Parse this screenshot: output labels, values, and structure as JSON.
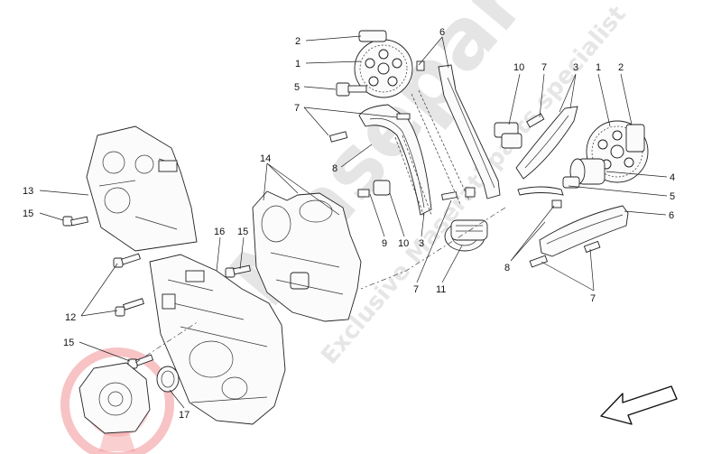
{
  "watermark": {
    "brand": "Maseparts",
    "tagline": "Exclusive Maserati parts specialist",
    "brand_color": "#d9d9d9",
    "logo_color": "#e8262d"
  },
  "callouts": [
    {
      "id": "c2a",
      "text": "2"
    },
    {
      "id": "c1a",
      "text": "1"
    },
    {
      "id": "c5a",
      "text": "5"
    },
    {
      "id": "c7a",
      "text": "7"
    },
    {
      "id": "c8a",
      "text": "8"
    },
    {
      "id": "c6a",
      "text": "6"
    },
    {
      "id": "c10a",
      "text": "10"
    },
    {
      "id": "c7b",
      "text": "7"
    },
    {
      "id": "c3a",
      "text": "3"
    },
    {
      "id": "c1b",
      "text": "1"
    },
    {
      "id": "c2b",
      "text": "2"
    },
    {
      "id": "c4",
      "text": "4"
    },
    {
      "id": "c5b",
      "text": "5"
    },
    {
      "id": "c6b",
      "text": "6"
    },
    {
      "id": "c13",
      "text": "13"
    },
    {
      "id": "c15a",
      "text": "15"
    },
    {
      "id": "c14",
      "text": "14"
    },
    {
      "id": "c16",
      "text": "16"
    },
    {
      "id": "c15b",
      "text": "15"
    },
    {
      "id": "c9",
      "text": "9"
    },
    {
      "id": "c10b",
      "text": "10"
    },
    {
      "id": "c3b",
      "text": "3"
    },
    {
      "id": "c7c",
      "text": "7"
    },
    {
      "id": "c11",
      "text": "11"
    },
    {
      "id": "c8b",
      "text": "8"
    },
    {
      "id": "c7d",
      "text": "7"
    },
    {
      "id": "c12",
      "text": "12"
    },
    {
      "id": "c15c",
      "text": "15"
    },
    {
      "id": "c17",
      "text": "17"
    }
  ],
  "icons": {
    "direction_arrow": "front-direction-arrow-icon",
    "logo": "brake-disc-logo-icon"
  }
}
